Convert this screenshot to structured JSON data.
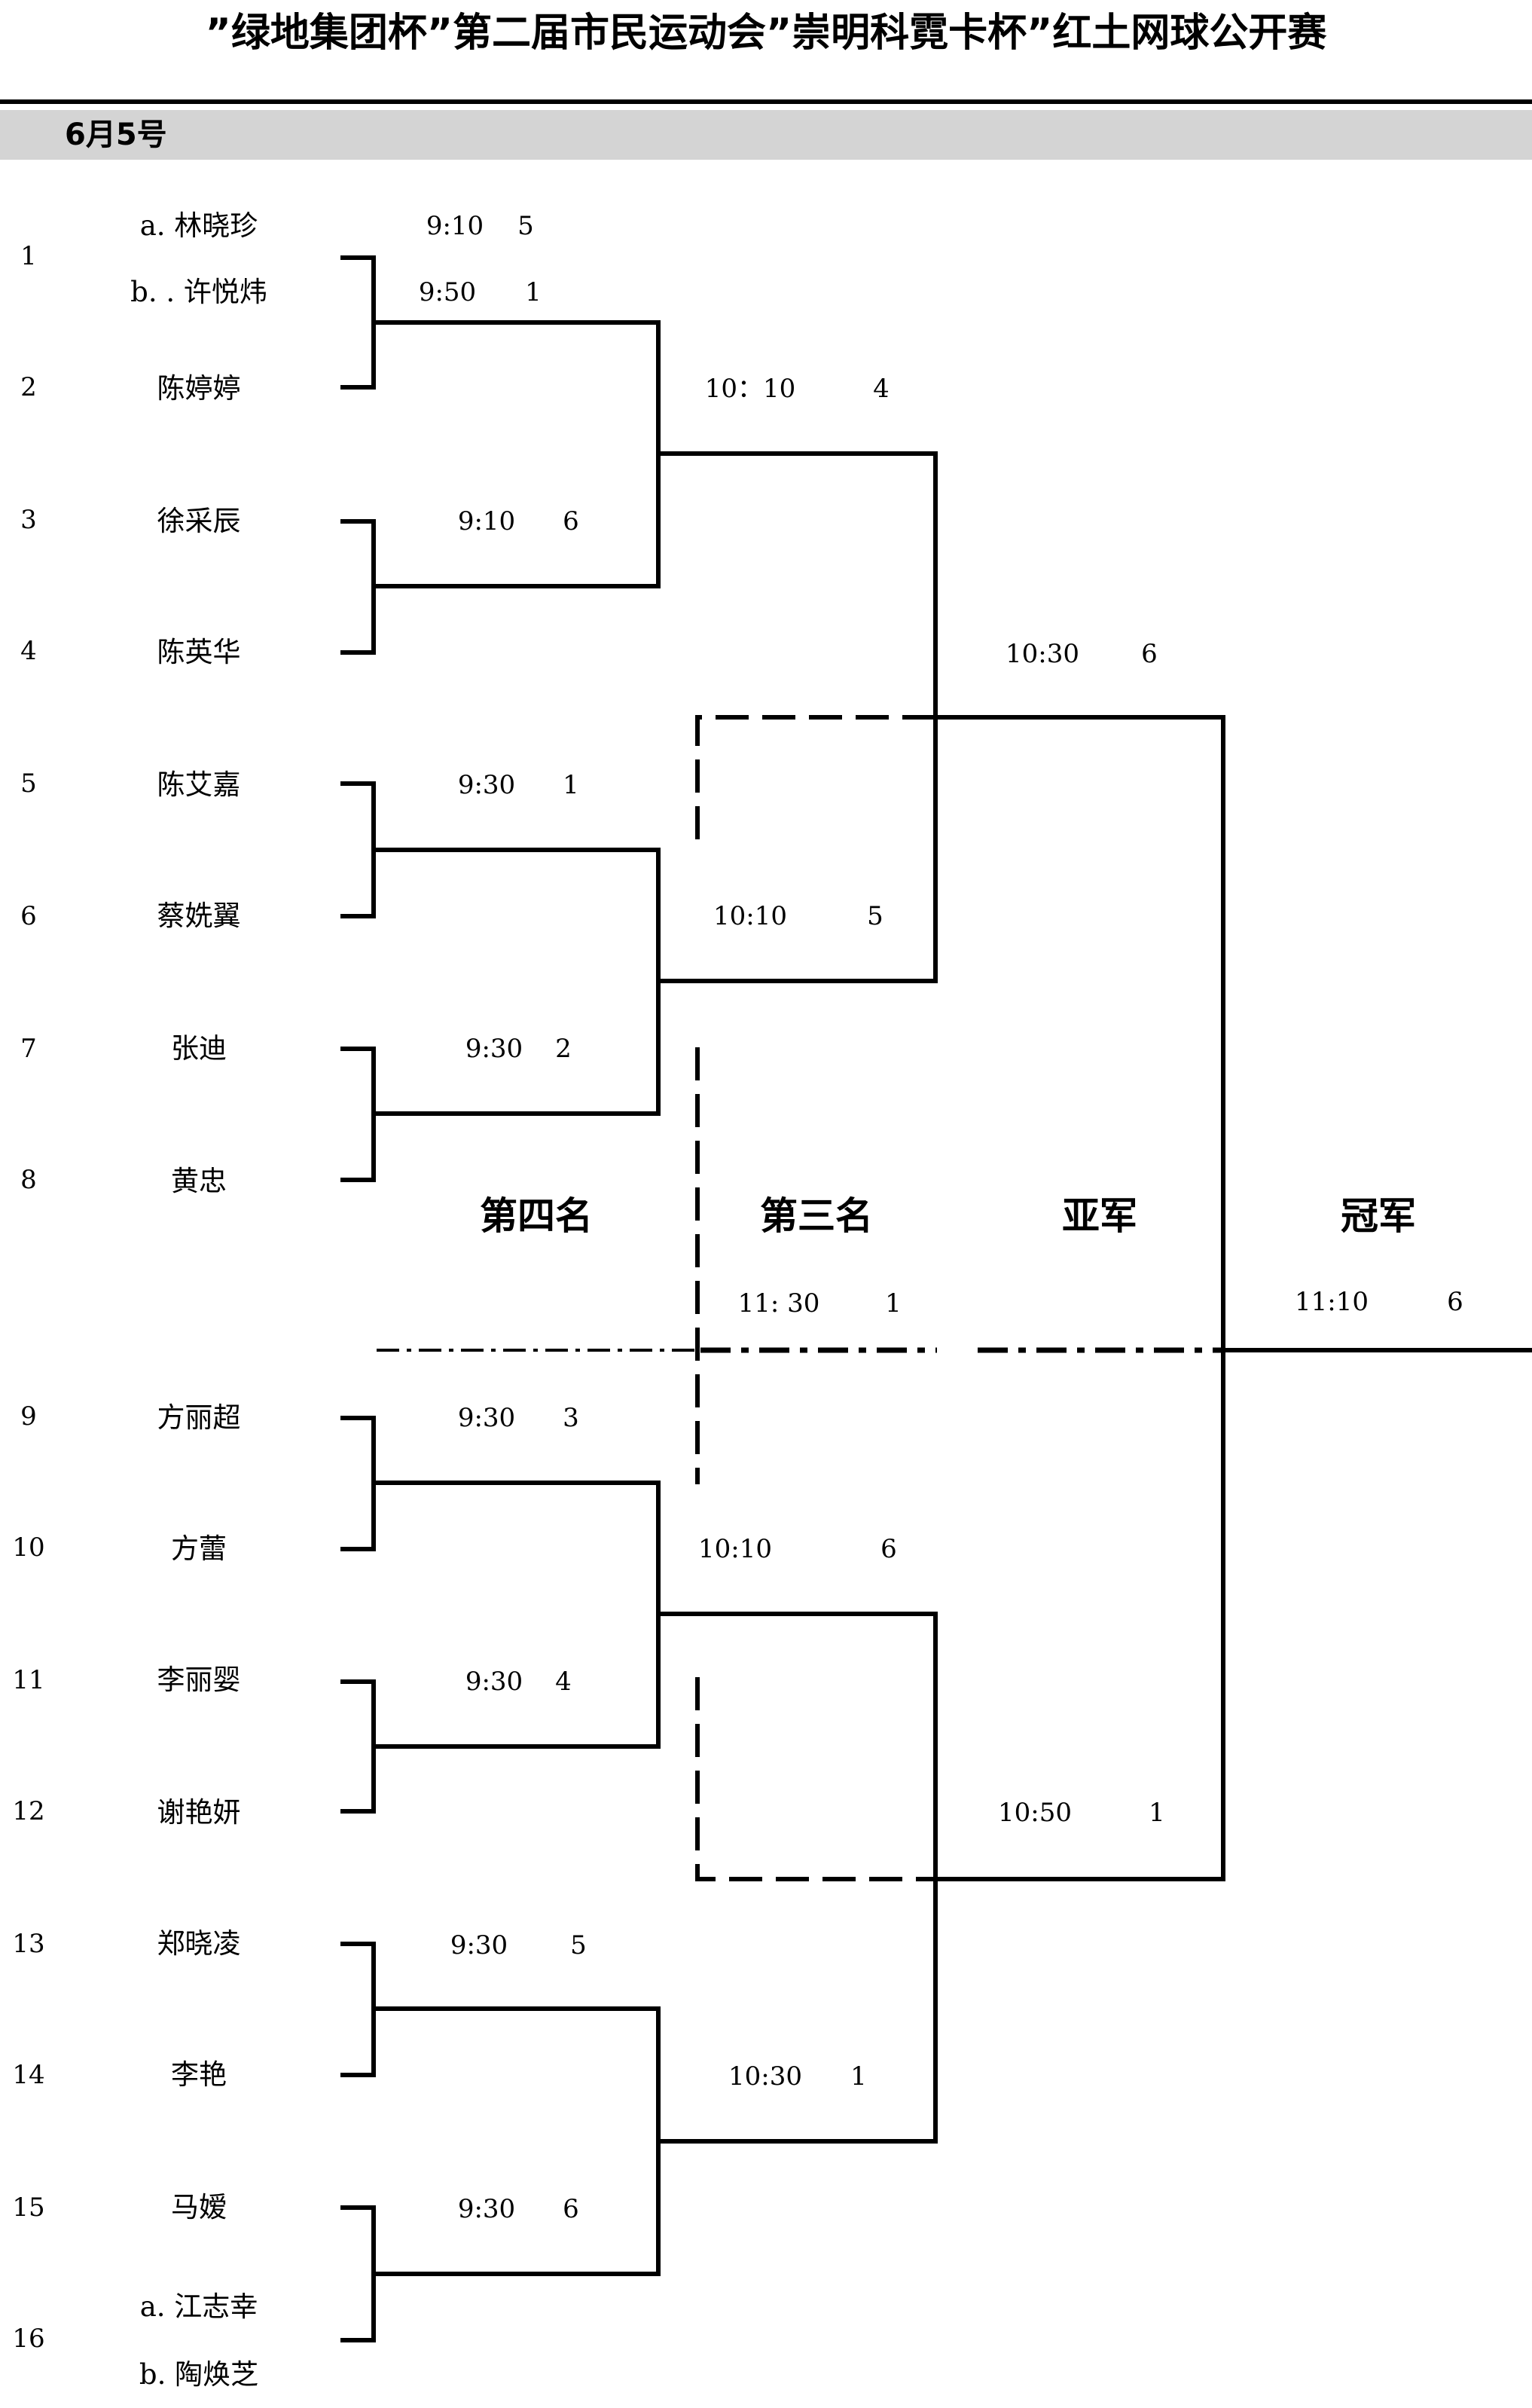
{
  "title": "”绿地集团杯”第二届市民运动会”崇明科霓卡杯”红土网球公开赛",
  "date_label": "6月5号",
  "seeds": [
    "1",
    "2",
    "3",
    "4",
    "5",
    "6",
    "7",
    "8",
    "9",
    "10",
    "11",
    "12",
    "13",
    "14",
    "15",
    "16"
  ],
  "players": {
    "p1a": "a. 林晓珍",
    "p1b": "b. . 许悦炜",
    "p2": "陈婷婷",
    "p3": "徐采辰",
    "p4": "陈英华",
    "p5": "陈艾嘉",
    "p6": "蔡姺翼",
    "p7": "张迪",
    "p8": "黄忠",
    "p9": "方丽超",
    "p10": "方蕾",
    "p11": "李丽婴",
    "p12": "谢艳妍",
    "p13": "郑晓凌",
    "p14": "李艳",
    "p15": "马嫒",
    "p16a": "a. 江志幸",
    "p16b": "b. 陶焕芝"
  },
  "matches": {
    "m_a": {
      "time": "9:10",
      "court": "5"
    },
    "m_b": {
      "time": "9:50",
      "court": "1"
    },
    "r1_2": {
      "time": "9:10",
      "court": "6"
    },
    "r1_3": {
      "time": "9:30",
      "court": "1"
    },
    "r1_4": {
      "time": "9:30",
      "court": "2"
    },
    "r1_5": {
      "time": "9:30",
      "court": "3"
    },
    "r1_6": {
      "time": "9:30",
      "court": "4"
    },
    "r1_7": {
      "time": "9:30",
      "court": "5"
    },
    "r1_8": {
      "time": "9:30",
      "court": "6"
    },
    "r2_1": {
      "time": "10：10",
      "court": "4"
    },
    "r2_2": {
      "time": "10:10",
      "court": "5"
    },
    "r2_3": {
      "time": "10:10",
      "court": "6"
    },
    "r2_4": {
      "time": "10:30",
      "court": "1"
    },
    "sf_1": {
      "time": "10:30",
      "court": "6"
    },
    "sf_2": {
      "time": "10:50",
      "court": "1"
    },
    "third": {
      "time": "11: 30",
      "court": "1"
    },
    "final": {
      "time": "11:10",
      "court": "6"
    }
  },
  "rounds": {
    "fourth": "第四名",
    "third": "第三名",
    "runner_up": "亚军",
    "champion": "冠军"
  }
}
